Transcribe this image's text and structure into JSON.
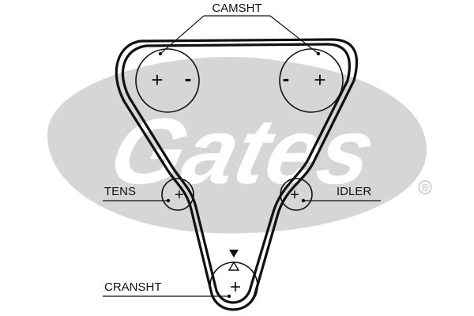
{
  "brand": {
    "name": "Gates",
    "registered_mark": "®",
    "logo_color": "#d6d6d6"
  },
  "labels": {
    "camshaft": "CAMSHT",
    "tensioner": "TENS",
    "idler": "IDLER",
    "crankshaft": "CRANSHT"
  },
  "signs": {
    "plus": "+",
    "minus": "-"
  },
  "colors": {
    "belt": "#111111",
    "ink": "#111111"
  }
}
